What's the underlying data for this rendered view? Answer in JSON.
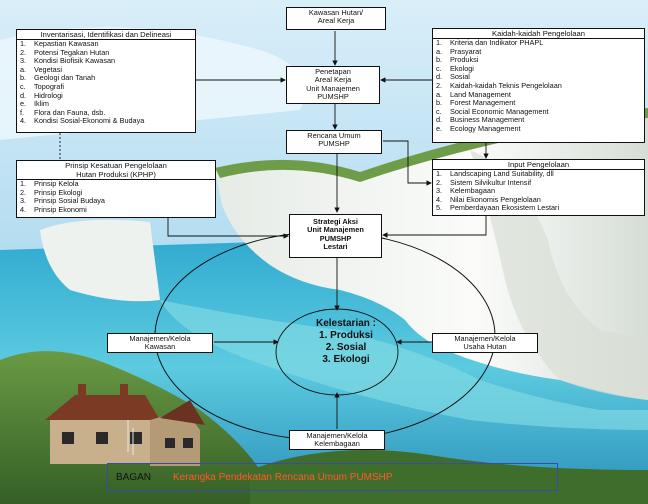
{
  "colors": {
    "sky": "#9fd3ee",
    "sea": "#3fb8d8",
    "cliff": "#f2f4f0",
    "grass": "#4f8a3a",
    "roof": "#7a3a24",
    "caption_text": "#ff5a2a",
    "caption_border": "#3a4aa8"
  },
  "kawasan": {
    "line1": "Kawasan Hutan/",
    "line2": "Areal Kerja"
  },
  "inventarisasi": {
    "title": "Inventarisasi, Identifikasi dan Delineasi",
    "items": [
      {
        "n": "1.",
        "t": "Kepastian Kawasan"
      },
      {
        "n": "2.",
        "t": "Potensi Tegakan Hutan"
      },
      {
        "n": "3.",
        "t": "Kondisi Biofisik Kawasan"
      },
      {
        "n": "a.",
        "t": "Vegetasi"
      },
      {
        "n": "b.",
        "t": "Geologi dan Tanah"
      },
      {
        "n": "c.",
        "t": "Topografi"
      },
      {
        "n": "d.",
        "t": "Hidrologi"
      },
      {
        "n": "e.",
        "t": "Iklim"
      },
      {
        "n": "f.",
        "t": "Flora dan Fauna, dsb."
      },
      {
        "n": "4.",
        "t": "Kondisi Sosial-Ekonomi & Budaya"
      }
    ]
  },
  "kaidah": {
    "title": "Kaidah-kaidah Pengelolaan",
    "items": [
      {
        "n": "1.",
        "t": "Kriteria dan Indikator PHAPL"
      },
      {
        "n": "a.",
        "t": "Prasyarat"
      },
      {
        "n": "b.",
        "t": "Produksi"
      },
      {
        "n": "c.",
        "t": "Ekologi"
      },
      {
        "n": "d.",
        "t": "Sosial"
      },
      {
        "n": "2.",
        "t": "Kaidah-kaidah Teknis Pengelolaan"
      },
      {
        "n": "a.",
        "t": "Land Management"
      },
      {
        "n": "b.",
        "t": "Forest Management"
      },
      {
        "n": "c.",
        "t": "Social Economic Management"
      },
      {
        "n": "d.",
        "t": "Business Management"
      },
      {
        "n": "e.",
        "t": "Ecology Management"
      }
    ]
  },
  "penetapan": {
    "line1": "Penetapan",
    "line2": "Areal Kerja",
    "line3": "Unit Manajemen",
    "line4": "PUMSHP"
  },
  "rencana": {
    "line1": "Rencana Umum",
    "line2": "PUMSHP"
  },
  "prinsip": {
    "title1": "Prinsip Kesatuan Pengelolaan",
    "title2": "Hutan Produksi (KPHP)",
    "items": [
      {
        "n": "1.",
        "t": "Prinsip Kelola"
      },
      {
        "n": "2.",
        "t": "Prinsip Ekologi"
      },
      {
        "n": "3.",
        "t": "Prinsip Sosial Budaya"
      },
      {
        "n": "4.",
        "t": "Prinsip Ekonomi"
      }
    ]
  },
  "input": {
    "title": "Input Pengelolaan",
    "items": [
      {
        "n": "1.",
        "t": "Landscaping Land Suitability, dll"
      },
      {
        "n": "2.",
        "t": "Sistem Silvikultur Intensif"
      },
      {
        "n": "3.",
        "t": "Kelembagaan"
      },
      {
        "n": "4.",
        "t": "Nilai Ekonomis Pengelolaan"
      },
      {
        "n": "5.",
        "t": "Pemberdayaan Ekosistem Lestari"
      }
    ]
  },
  "strategi": {
    "line1": "Strategi Aksi",
    "line2": "Unit Manajemen",
    "line3": "PUMSHP",
    "line4": "Lestari"
  },
  "kelola_kawasan": {
    "line1": "Manajemen/Kelola",
    "line2": "Kawasan"
  },
  "kelola_usaha": {
    "line1": "Manajemen/Kelola",
    "line2": "Usaha Hutan"
  },
  "kelola_lembaga": {
    "line1": "Manajemen/Kelola",
    "line2": "Kelembagaan"
  },
  "kelestarian": {
    "title": "Kelestarian :",
    "l1": "1. Produksi",
    "l2": "2. Sosial",
    "l3": "3. Ekologi"
  },
  "caption": {
    "label": "BAGAN",
    "text": "Kerangka Pendekatan Rencana Umum PUMSHP"
  }
}
